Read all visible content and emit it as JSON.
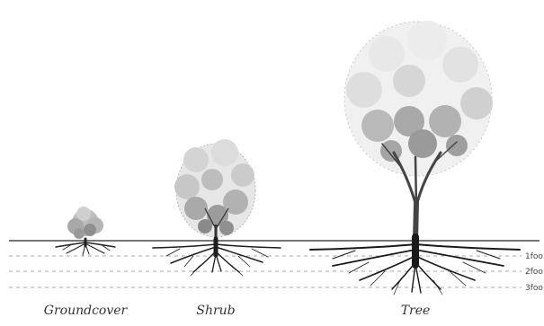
{
  "diagram": {
    "plants": [
      {
        "label": "Groundcover"
      },
      {
        "label": "Shrub"
      },
      {
        "label": "Tree"
      }
    ],
    "depth_markers": [
      "1foo",
      "2foo",
      "3foo"
    ],
    "colors": {
      "ground_line": "#666666",
      "dashed_line": "#aaaaaa",
      "ink": "#222222",
      "foliage_light": "#d8d8d8",
      "foliage_mid": "#b0b0b0",
      "foliage_dark": "#7a7a7a"
    }
  }
}
